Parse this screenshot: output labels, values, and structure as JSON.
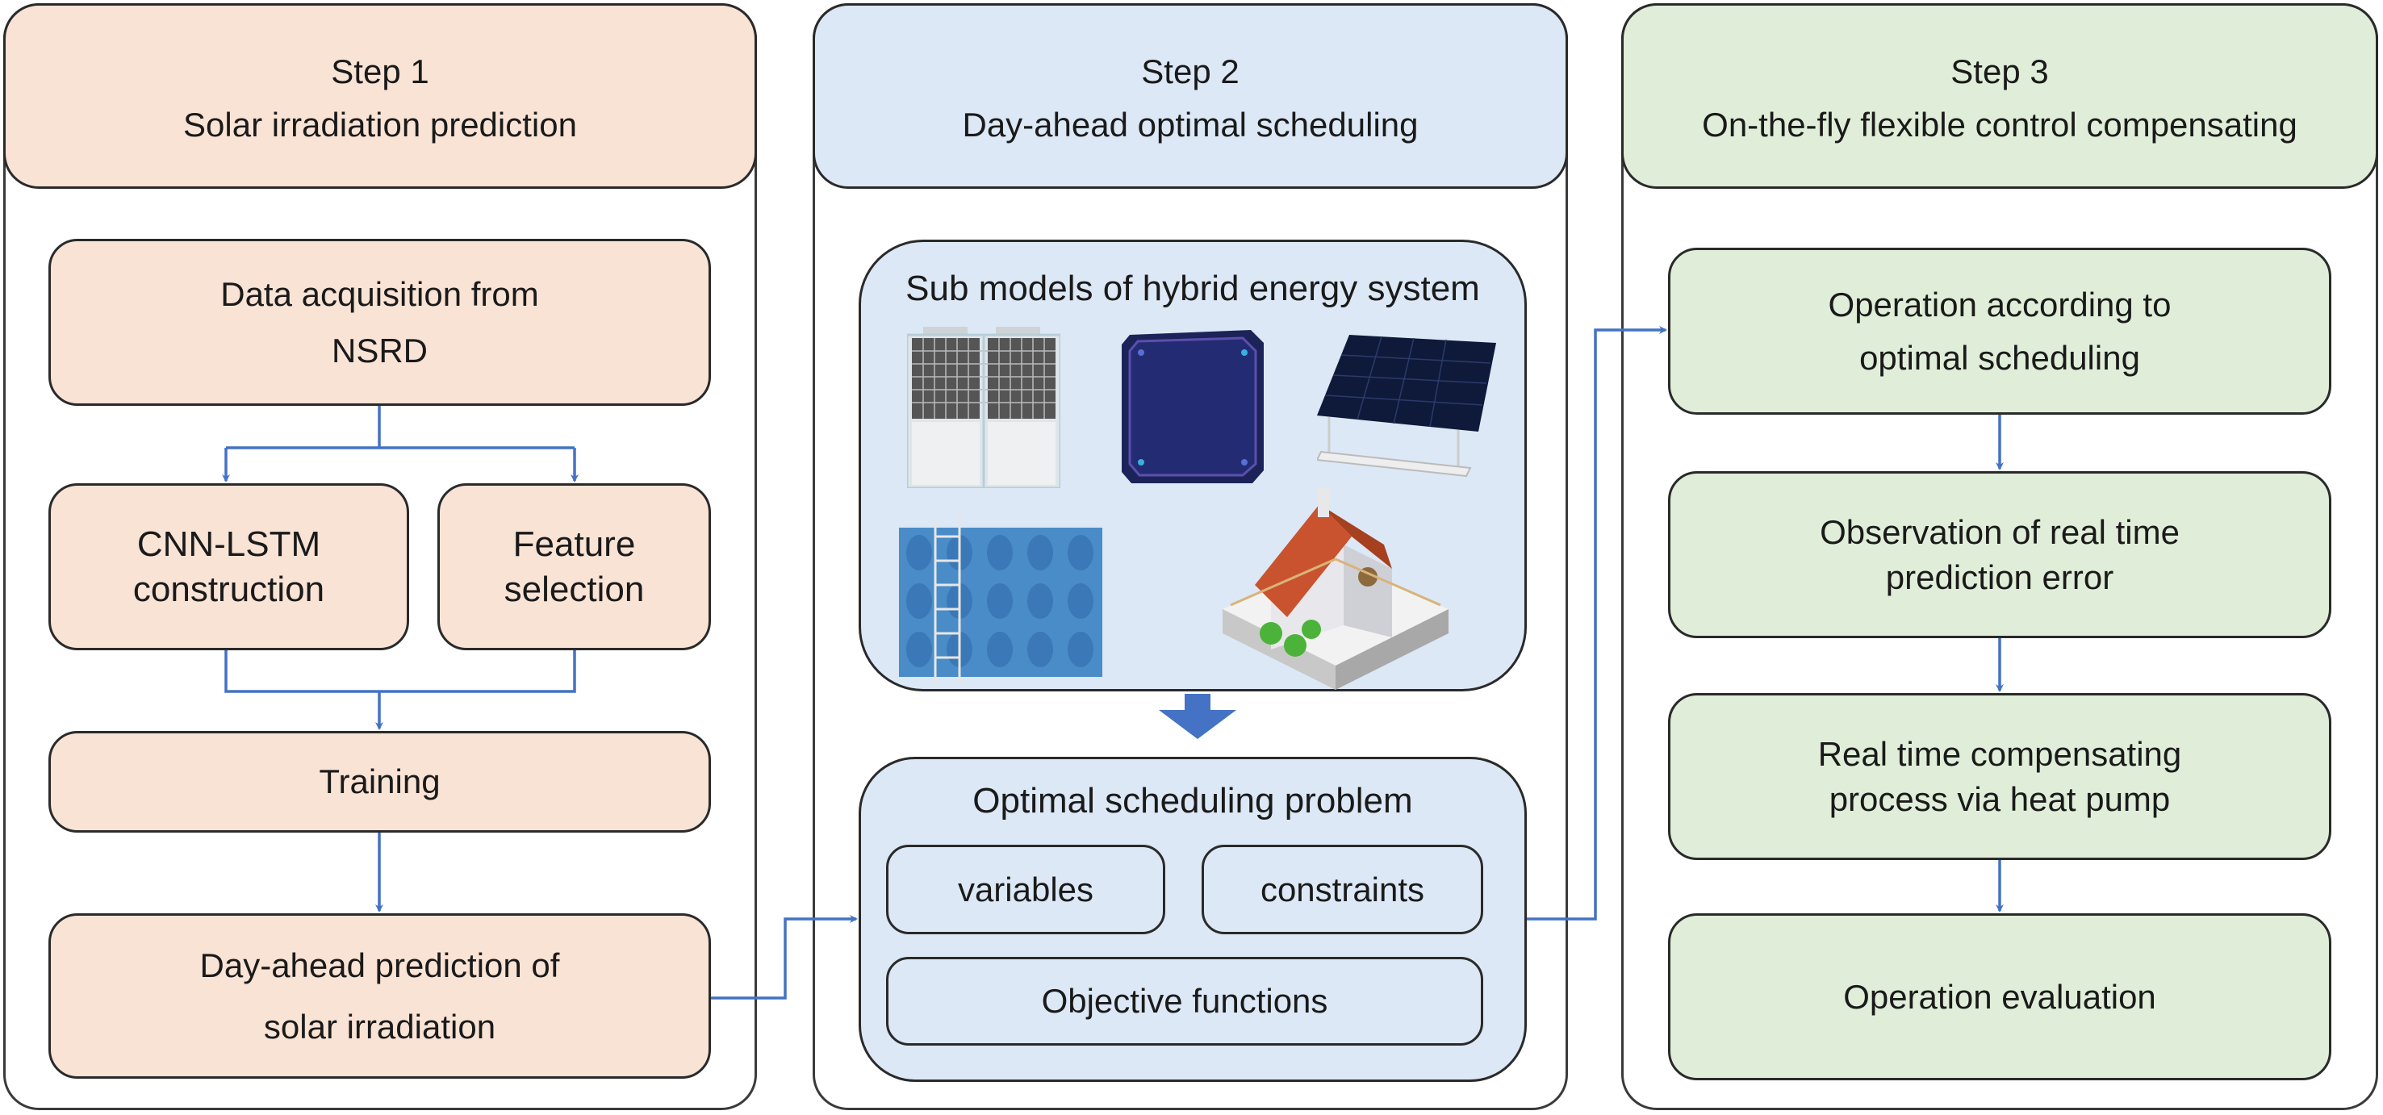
{
  "colors": {
    "step1": "#f9e3d5",
    "step2": "#dce8f5",
    "step3": "#e0eed9",
    "arrow": "#4472c4"
  },
  "steps": [
    {
      "label": "Step 1",
      "title": "Solar irradiation prediction",
      "boxes": {
        "data_acquisition": [
          "Data acquisition from",
          "NSRD"
        ],
        "cnn_lstm": [
          "CNN-LSTM",
          "construction"
        ],
        "feature_selection": [
          "Feature",
          "selection"
        ],
        "training": "Training",
        "day_ahead_prediction": [
          "Day-ahead prediction of",
          "solar irradiation"
        ]
      }
    },
    {
      "label": "Step 2",
      "title": "Day-ahead optimal scheduling",
      "sub_models": {
        "title": "Sub models of hybrid energy system",
        "icons": [
          "heat-pump-unit",
          "battery-pack",
          "solar-panel",
          "water-storage-tank",
          "house"
        ]
      },
      "optimal_problem": {
        "title": "Optimal scheduling problem",
        "variables": "variables",
        "constraints": "constraints",
        "objective": "Objective functions"
      }
    },
    {
      "label": "Step 3",
      "title": "On-the-fly flexible control compensating",
      "boxes": [
        [
          "Operation according to",
          "optimal scheduling"
        ],
        [
          "Observation of real time",
          "prediction error"
        ],
        [
          "Real time compensating",
          "process via heat pump"
        ],
        [
          "Operation evaluation"
        ]
      ]
    }
  ]
}
